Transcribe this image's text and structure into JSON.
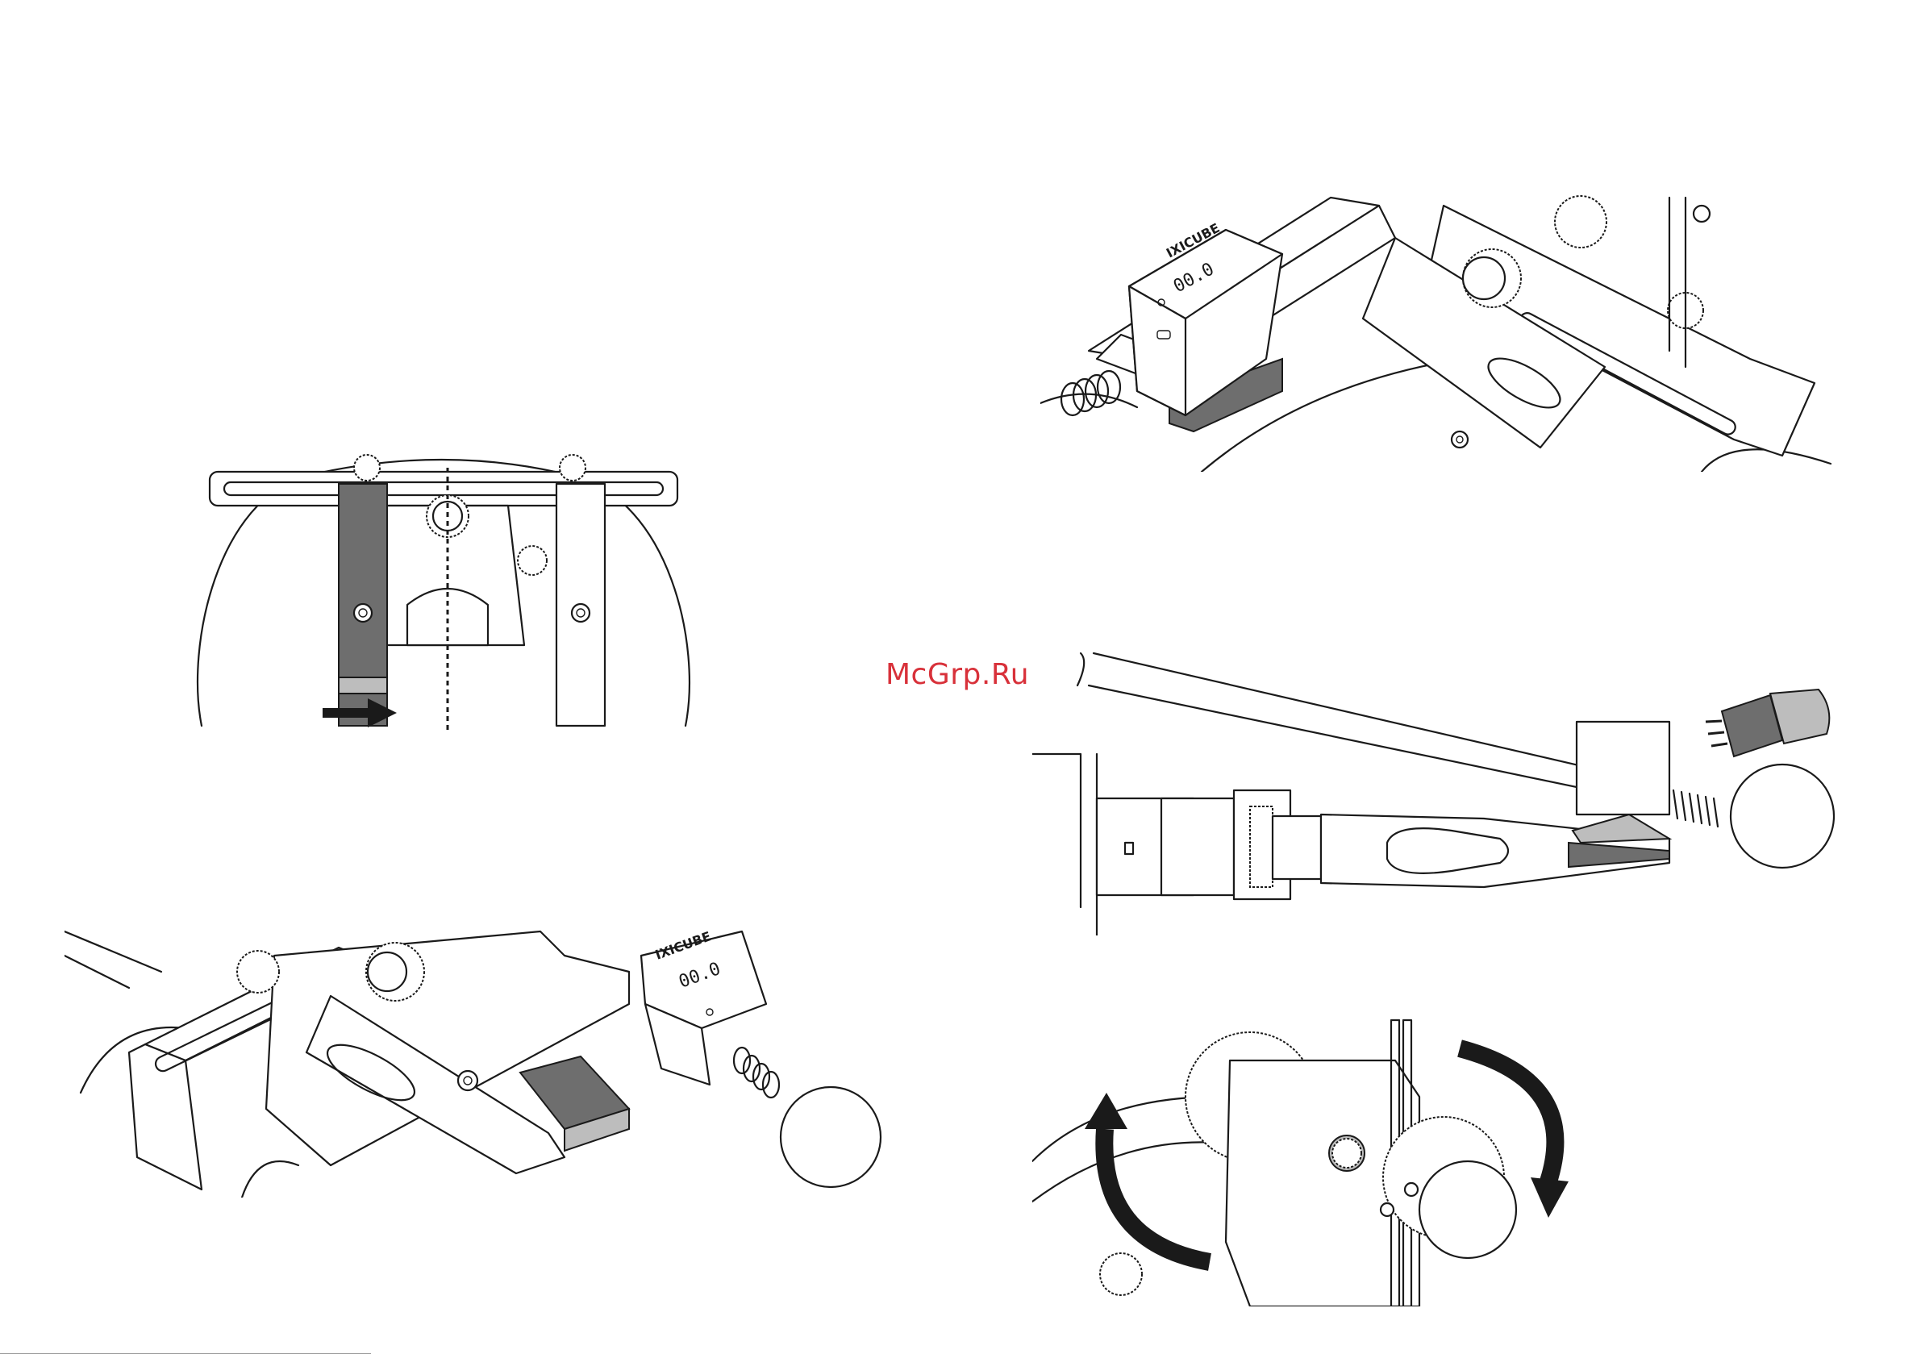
{
  "watermark": "McGrp.Ru",
  "devices": [
    {
      "brand": "IXICUBE",
      "reading": "00.0"
    },
    {
      "brand": "IXICUBE",
      "reading": "00.0"
    }
  ],
  "icons": {
    "arrow": "right-arrow-icon",
    "flashlight": "flashlight-icon",
    "rotate": "rotation-arrows-icon"
  }
}
